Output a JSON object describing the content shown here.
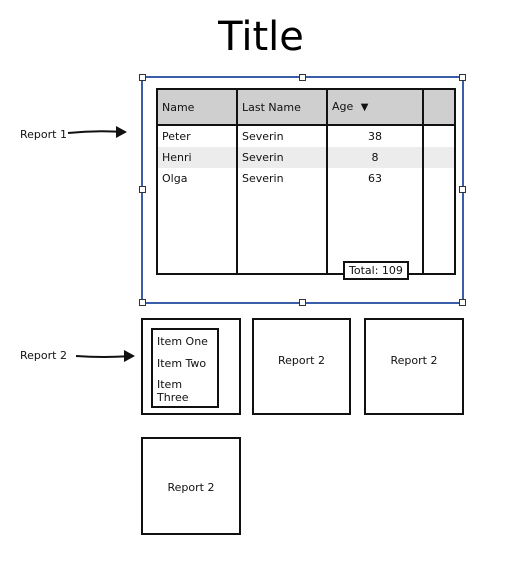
{
  "title": "Title",
  "labels": {
    "report1": "Report 1",
    "report2": "Report 2"
  },
  "report1": {
    "columns": [
      "Name",
      "Last Name",
      "Age"
    ],
    "sort_icon": "triangle-down-icon",
    "rows": [
      {
        "name": "Peter",
        "last": "Severin",
        "age": "38"
      },
      {
        "name": "Henri",
        "last": "Severin",
        "age": "8"
      },
      {
        "name": "Olga",
        "last": "Severin",
        "age": "63"
      }
    ],
    "total": "Total: 109",
    "highlight_color": "#90ee90",
    "selection_color": "#3a5fa8"
  },
  "report2_list": [
    "Item One",
    "Item Two",
    "Item Three"
  ],
  "report2_boxes": [
    "Report 2",
    "Report 2",
    "Report 2"
  ]
}
